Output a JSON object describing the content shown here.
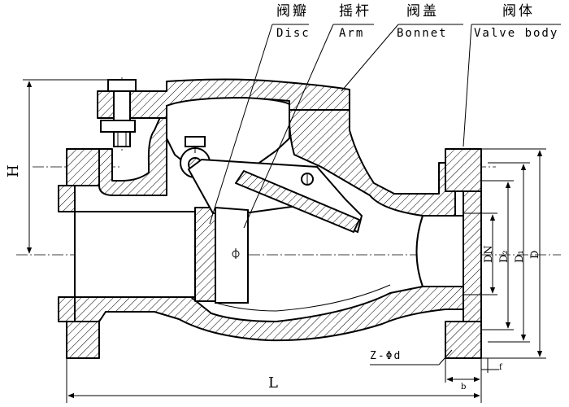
{
  "labels": {
    "disc_cn": "阀瓣",
    "disc_en": "Disc",
    "arm_cn": "摇杆",
    "arm_en": "Arm",
    "bonnet_cn": "阀盖",
    "bonnet_en": "Bonnet",
    "body_cn": "阀体",
    "body_en": "Valve body"
  },
  "dimensions": {
    "H": "H",
    "L": "L",
    "DN": "DN",
    "D2": "D₂",
    "D1": "D₁",
    "D": "D",
    "bolt_holes": "Z-Φd",
    "b": "b",
    "f": "f"
  }
}
